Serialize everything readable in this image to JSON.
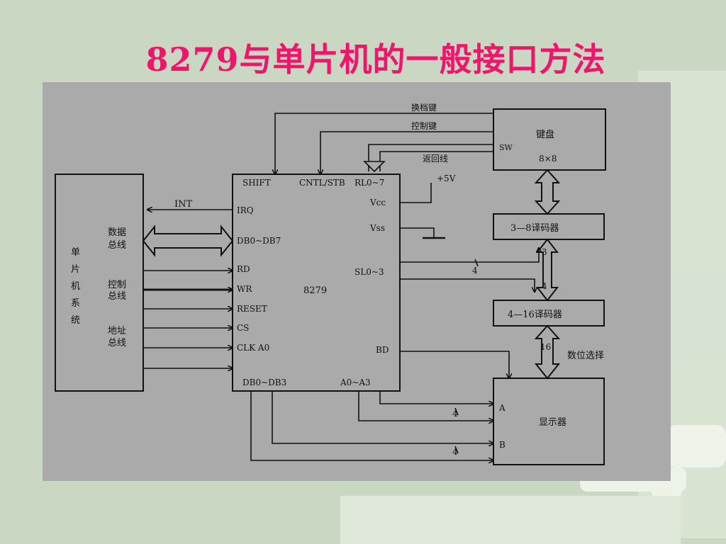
{
  "title": "8279与单片机的一般接口方法",
  "diagram": {
    "mcu_label": [
      "单",
      "片",
      "机",
      "系",
      "统"
    ],
    "bus_labels": {
      "data_bus": [
        "数据",
        "总线"
      ],
      "control_bus": [
        "控制",
        "总线"
      ],
      "address_bus": [
        "地址",
        "总线"
      ]
    },
    "irq_label": "INT",
    "chip": {
      "name": "8279",
      "pins_left": [
        "IRQ",
        "DB0~DB7",
        "RD",
        "WR",
        "RESET",
        "CS",
        "CLK A0"
      ],
      "pins_top": [
        "SHIFT",
        "CNTL/STB",
        "RL0~7"
      ],
      "pins_right": [
        "Vcc",
        "Vss",
        "SL0~3",
        "BD"
      ],
      "pins_bottom": [
        "DB0~DB3",
        "A0~A3"
      ]
    },
    "vcc_label": "+5V",
    "keyboard": {
      "line1": "键盘",
      "line2": "8×8",
      "sw_label": "SW"
    },
    "signals": {
      "shift": "换档键",
      "control": "控制键",
      "return": "返回线"
    },
    "decoder_top": "3—8译码器",
    "decoder_bottom": "4—16译码器",
    "display": {
      "label": "显示器",
      "port_a": "A",
      "port_b": "B"
    },
    "bus_num": {
      "sl": "4",
      "a": "4",
      "b": "4",
      "scan3": "3",
      "scan4": "4",
      "bits16": "16"
    },
    "digit_select": "数位选择"
  }
}
